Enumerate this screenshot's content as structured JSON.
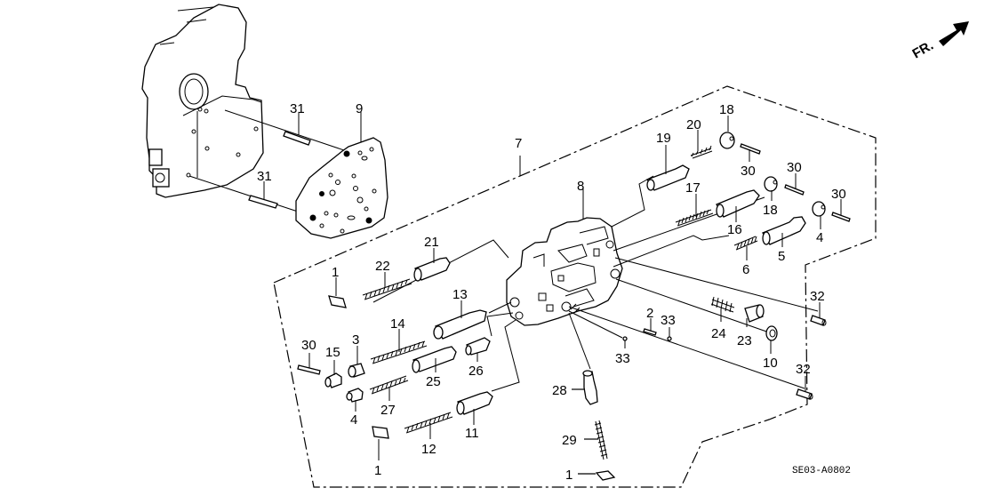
{
  "diagram": {
    "title": "Transmission valve body exploded view",
    "reference_code": "SE03-A0802",
    "direction_indicator": {
      "label": "FR.",
      "icon": "arrow-up-right-icon"
    },
    "callouts": {
      "c1a": "1",
      "c1b": "1",
      "c1c": "1",
      "c2": "2",
      "c3": "3",
      "c4a": "4",
      "c4b": "4",
      "c5": "5",
      "c6": "6",
      "c7": "7",
      "c8": "8",
      "c9": "9",
      "c10": "10",
      "c11": "11",
      "c12": "12",
      "c13": "13",
      "c14": "14",
      "c15": "15",
      "c16": "16",
      "c17": "17",
      "c18a": "18",
      "c18b": "18",
      "c19": "19",
      "c20": "20",
      "c21": "21",
      "c22": "22",
      "c23": "23",
      "c24": "24",
      "c25": "25",
      "c26": "26",
      "c27": "27",
      "c28": "28",
      "c29": "29",
      "c30a": "30",
      "c30b": "30",
      "c30c": "30",
      "c30d": "30",
      "c31a": "31",
      "c31b": "31",
      "c32a": "32",
      "c32b": "32",
      "c33a": "33",
      "c33b": "33"
    }
  }
}
